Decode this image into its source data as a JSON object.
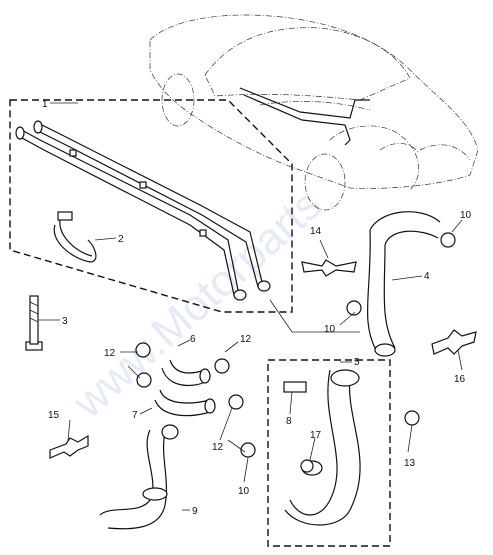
{
  "callouts": {
    "c1": "1",
    "c2": "2",
    "c3": "3",
    "c4": "4",
    "c5": "5",
    "c6": "6",
    "c7": "7",
    "c8": "8",
    "c9": "9",
    "c10a": "10",
    "c10b": "10",
    "c10c": "10",
    "c12a": "12",
    "c12b": "12",
    "c12c": "12",
    "c13": "13",
    "c14": "14",
    "c15": "15",
    "c16": "16",
    "c17": "17"
  },
  "watermark": "www.Motorparts",
  "colors": {
    "line": "#111111",
    "watermark": "#b8c4e6"
  }
}
